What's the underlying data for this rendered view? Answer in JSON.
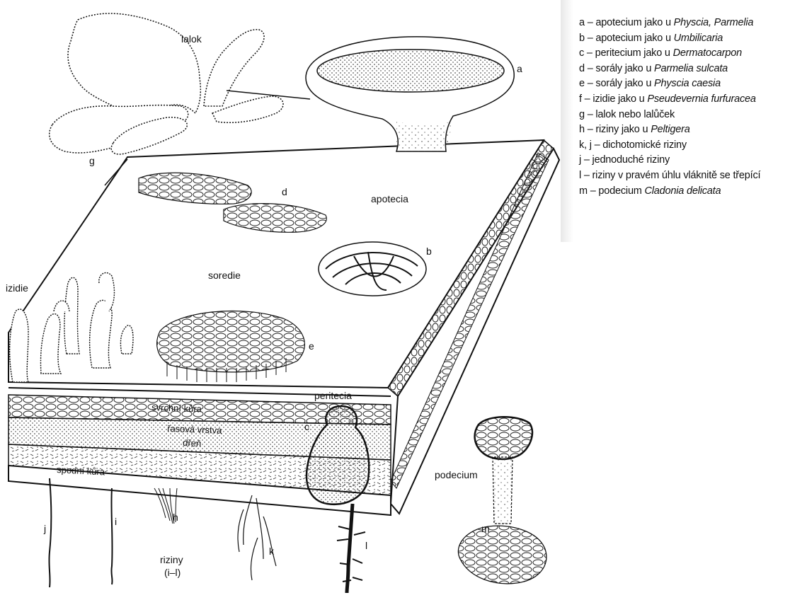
{
  "labels": {
    "lalok": "lalok",
    "a": "a",
    "g": "g",
    "d": "d",
    "apotecia": "apotecia",
    "b": "b",
    "soredie": "soredie",
    "izidie": "izidie",
    "e": "e",
    "peritecia": "peritecia",
    "svrchni_kura": "svrchní kůra",
    "rasova_vrstva": "řasová vrstva",
    "c": "c",
    "dren": "dřeň",
    "spodni_kura": "spodní kůra",
    "podecium": "podecium",
    "j": "j",
    "i": "i",
    "h": "h",
    "k": "k",
    "l": "l",
    "m": "m",
    "riziny": "riziny",
    "riziny_range": "(i–l)"
  },
  "legend": [
    {
      "key": "a",
      "text": " – apotecium jako u ",
      "species": "Physcia, Parmelia"
    },
    {
      "key": "b",
      "text": " – apotecium jako u ",
      "species": "Umbilicaria"
    },
    {
      "key": "c",
      "text": " – peritecium jako u ",
      "species": "Dermatocarpon"
    },
    {
      "key": "d",
      "text": " – sorály jako u ",
      "species": "Parmelia sulcata"
    },
    {
      "key": "e",
      "text": " – sorály jako u ",
      "species": "Physcia caesia"
    },
    {
      "key": "f",
      "text": " – izidie jako u ",
      "species": "Pseudevernia furfuracea"
    },
    {
      "key": "g",
      "text": " – lalok nebo lalůček",
      "species": ""
    },
    {
      "key": "h",
      "text": " – riziny jako u ",
      "species": "Peltigera"
    },
    {
      "key": "k, j",
      "text": " – dichotomické riziny",
      "species": ""
    },
    {
      "key": "j",
      "text": " – jednoduché riziny",
      "species": ""
    },
    {
      "key": "l",
      "text": " – riziny v pravém úhlu vláknitě se třepící",
      "species": ""
    },
    {
      "key": "m",
      "text": " – podecium ",
      "species": "Cladonia delicata"
    }
  ],
  "colors": {
    "ink": "#111111",
    "paper": "#ffffff",
    "legend_shade": "#e8e8e8"
  }
}
